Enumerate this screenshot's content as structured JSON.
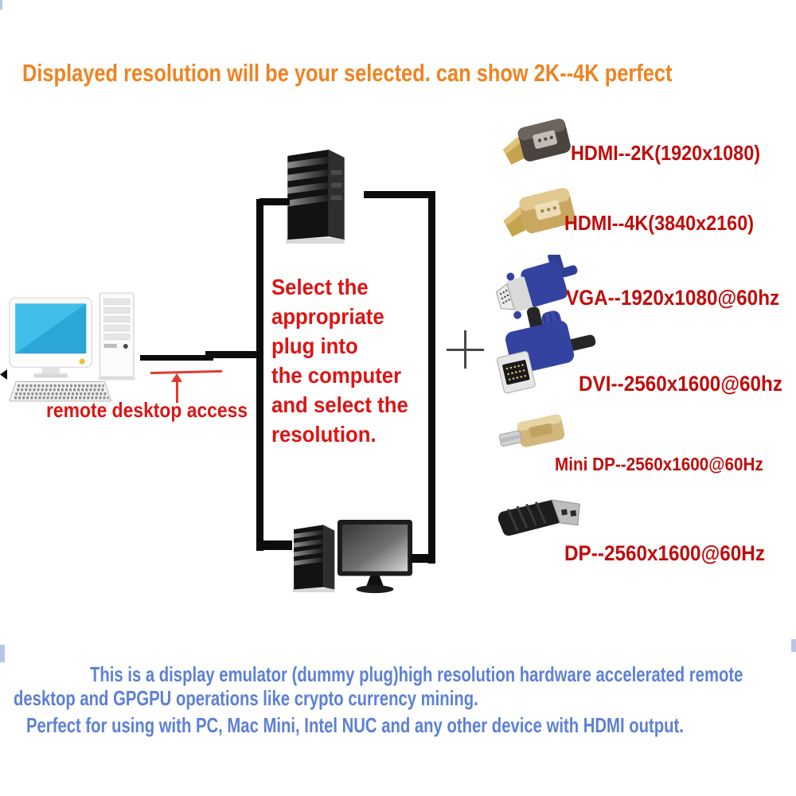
{
  "headline": "Displayed resolution will be your selected. can show 2K--4K perfect",
  "diagram": {
    "remote_access_label": "remote desktop access",
    "instruction_text": "Select the\nappropriate\nplug into\nthe computer\nand select the\n resolution."
  },
  "plugs": [
    {
      "id": "hdmi-2k",
      "label": "HDMI--2K(1920x1080)"
    },
    {
      "id": "hdmi-4k",
      "label": "HDMI--4K(3840x2160)"
    },
    {
      "id": "vga",
      "label": "VGA--1920x1080@60hz"
    },
    {
      "id": "dvi",
      "label": "DVI--2560x1600@60hz"
    },
    {
      "id": "mini-dp",
      "label": "Mini DP--2560x1600@60Hz"
    },
    {
      "id": "dp",
      "label": "DP--2560x1600@60Hz"
    }
  ],
  "footer": {
    "line1": "This is a display emulator (dummy plug)high resolution hardware accelerated remote",
    "line2": "desktop and GPGPU operations like crypto currency mining.",
    "line3": "Perfect for using with PC, Mac Mini, Intel NUC and any other device with HDMI output."
  },
  "colors": {
    "headline_orange": "#ee8321",
    "instruction_red": "#dd1414",
    "plug_label_red": "#c00d0d",
    "footer_blue": "#5d80d5",
    "line_black": "#0c0c0c"
  }
}
